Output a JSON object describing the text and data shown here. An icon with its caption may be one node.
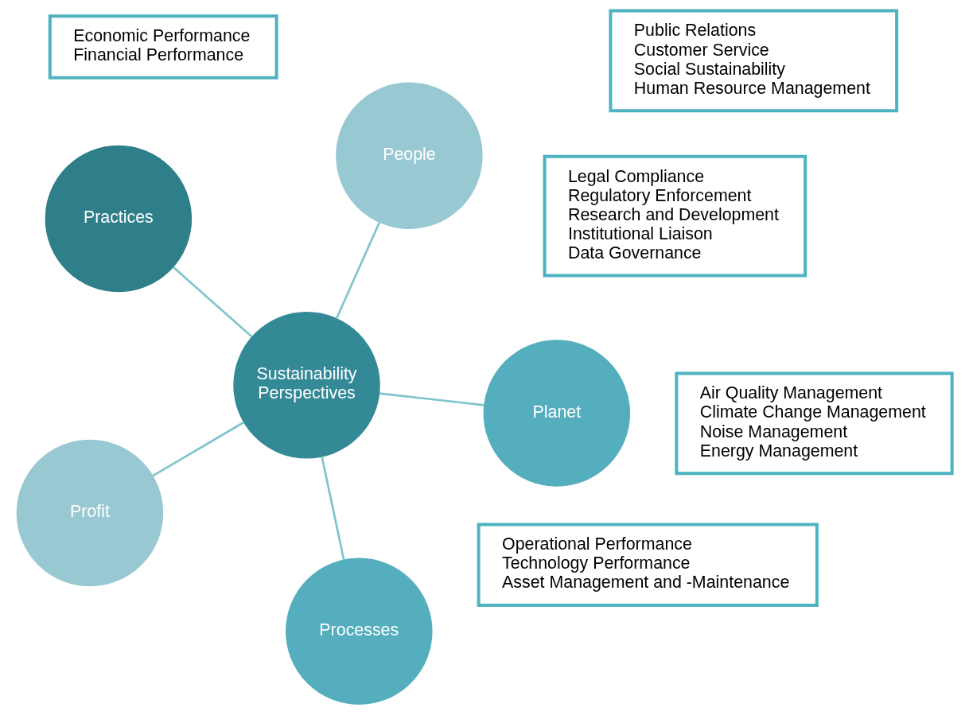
{
  "diagram": {
    "nodes": [
      {
        "text": [
          "Practices"
        ]
      },
      {
        "text": [
          "Legal Compliance",
          "Regulatory Enforcement",
          "Research and Development",
          "Institutional Liaison",
          "Data Governance"
        ]
      },
      {
        "text": [
          "Air Quality Management",
          "Climate Change Management",
          "Noise Management",
          "Energy Management"
        ]
      },
      {
        "text": [
          "Planet"
        ]
      },
      {
        "text": [
          "Processes"
        ]
      },
      {
        "text": [
          "Sustainability Perspectives"
        ]
      },
      {
        "text": [
          "Operational Performance",
          "Technology Performance",
          "Asset Management and -Maintenance"
        ]
      },
      {
        "text": [
          "People"
        ]
      },
      {
        "text": [
          "Profit"
        ]
      },
      {
        "text": [
          "Public Relations",
          "Customer Service",
          "Social Sustainability",
          "Human Resource Management"
        ]
      },
      {
        "text": [
          "Economic Performance",
          "Financial Performance"
        ]
      }
    ],
    "edges": [
      {
        "from": 5,
        "to": 0,
        "arrow": "none"
      },
      {
        "from": 5,
        "to": 3,
        "arrow": "none"
      },
      {
        "from": 5,
        "to": 4,
        "arrow": "none"
      },
      {
        "from": 5,
        "to": 7,
        "arrow": "none"
      },
      {
        "from": 5,
        "to": 8,
        "arrow": "none"
      }
    ]
  }
}
